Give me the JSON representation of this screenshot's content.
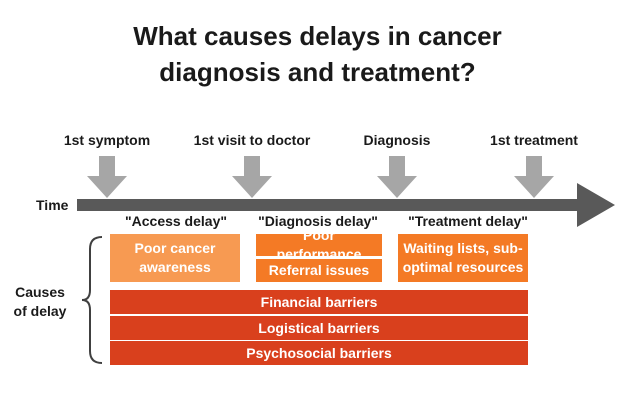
{
  "title": {
    "line1": "What causes delays in cancer",
    "line2": "diagnosis and treatment?"
  },
  "timeline": {
    "label": "Time",
    "milestones": [
      {
        "label": "1st symptom"
      },
      {
        "label": "1st visit to doctor"
      },
      {
        "label": "Diagnosis"
      },
      {
        "label": "1st treatment"
      }
    ]
  },
  "delays": [
    {
      "label": "\"Access delay\""
    },
    {
      "label": "\"Diagnosis delay\""
    },
    {
      "label": "\"Treatment delay\""
    }
  ],
  "causes": {
    "label": "Causes\nof delay",
    "access": {
      "text": "Poor cancer\nawareness"
    },
    "diagnosis": [
      {
        "text": "Poor performance"
      },
      {
        "text": "Referral issues"
      }
    ],
    "treatment": {
      "text": "Waiting lists, sub-\noptimal resources"
    },
    "general": [
      {
        "text": "Financial barriers"
      },
      {
        "text": "Logistical barriers"
      },
      {
        "text": "Psychosocial barriers"
      }
    ]
  },
  "colors": {
    "access_box": "#f79a52",
    "diagnosis_box": "#f47a25",
    "treatment_box": "#f47a25",
    "general_box": "#d9401d",
    "milestone_arrow": "#a6a6a6",
    "time_arrow": "#595959"
  }
}
